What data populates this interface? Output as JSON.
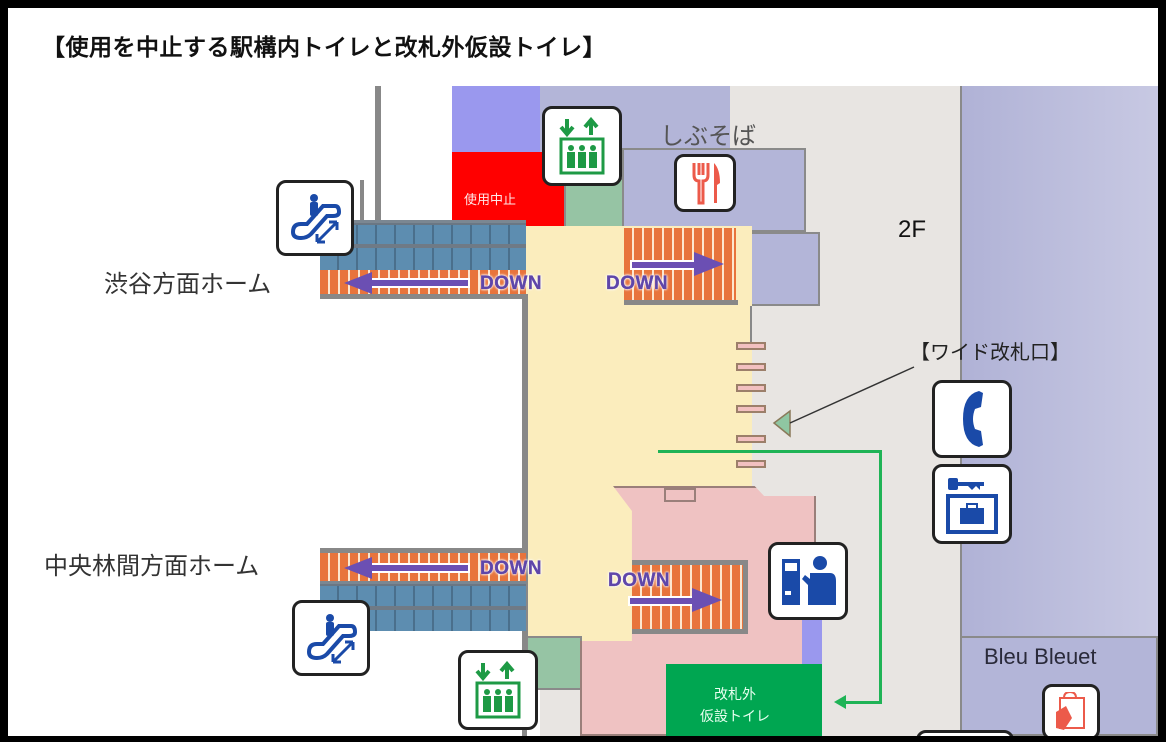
{
  "title": "【使用を中止する駅構内トイレと改札外仮設トイレ】",
  "map": {
    "floor_label": "2F",
    "closed_toilet_label": "使用中止",
    "temp_toilet_label_line1": "改札外",
    "temp_toilet_label_line2": "仮設トイレ",
    "wide_gate_label": "【ワイド改札口】",
    "platform_shibuya_label": "渋谷方面ホーム",
    "platform_chuorinkan_label": "中央林間方面ホーム",
    "shop_shibusoba_label": "しぶそば",
    "shop_bleu_bleuet_label": "Bleu Bleuet",
    "down_labels": [
      "DOWN",
      "DOWN",
      "DOWN",
      "DOWN"
    ],
    "colors": {
      "closed": "#ff0000",
      "temp_toilet": "#00a651",
      "route": "#1fb356",
      "arrow": "#6b4fb3",
      "stairs": "#e8743c",
      "escalator": "#5d8db0",
      "concourse": "#fbedbd",
      "shop": "#b3b5d8"
    },
    "icons": {
      "escalator_top": "escalator-icon",
      "escalator_bottom": "escalator-icon",
      "elevator_top": "elevator-icon",
      "elevator_bottom": "elevator-icon",
      "restaurant": "fork-knife-icon",
      "telephone": "telephone-icon",
      "coin_locker": "coin-locker-icon",
      "ticket_machine": "ticket-machine-icon",
      "shopping": "shopping-bag-icon"
    }
  }
}
